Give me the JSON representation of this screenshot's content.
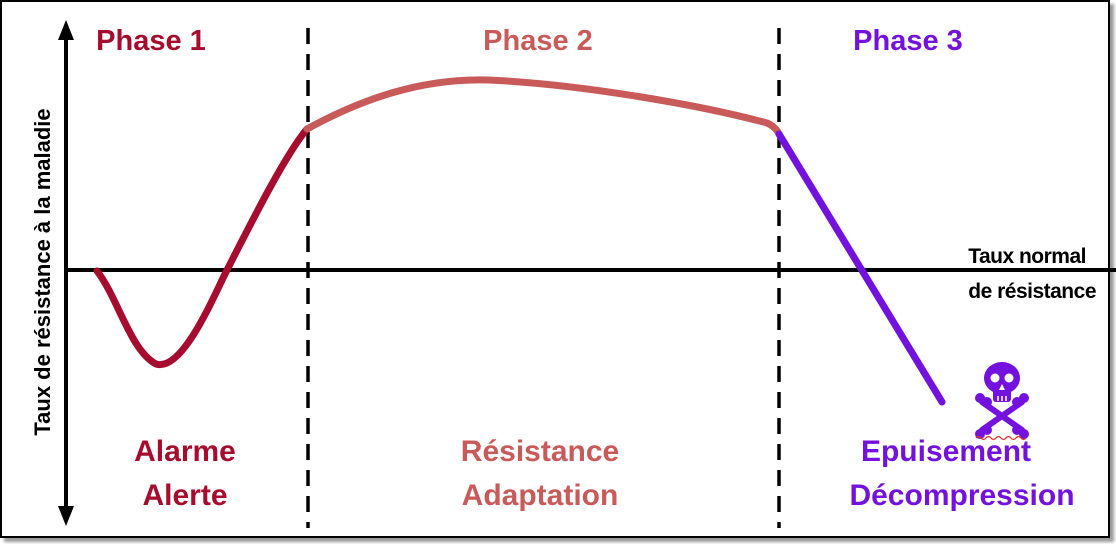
{
  "y_axis_label": "Taux de résistance à la maladie",
  "baseline_label": {
    "line1": "Taux normal",
    "line2": "de résistance"
  },
  "phases": [
    {
      "title": "Phase 1",
      "line1": "Alarme",
      "line2": "Alerte",
      "color": "#a50c2e"
    },
    {
      "title": "Phase 2",
      "line1": "Résistance",
      "line2": "Adaptation",
      "color": "#c85a5a"
    },
    {
      "title": "Phase 3",
      "line1": "Epuisement",
      "line2": "Décompression",
      "color": "#7312dc"
    }
  ],
  "icons": {
    "death": "skull-crossbones-icon"
  }
}
